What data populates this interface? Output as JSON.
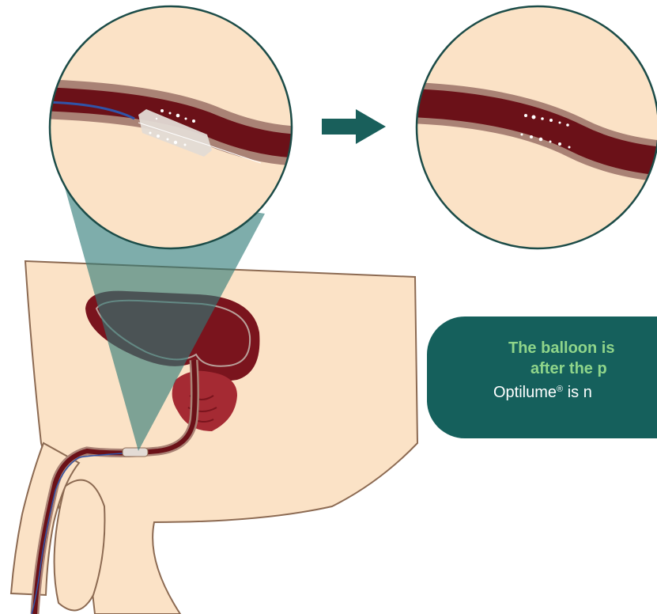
{
  "callout": {
    "line1": "The balloon is",
    "line2": "after the p",
    "line3_brand": "Optilume",
    "line3_mark": "®",
    "line3_rest": " is n"
  },
  "colors": {
    "skin": "#fbe2c6",
    "skin_outline": "#8c6a52",
    "urethra_dark": "#6b1118",
    "urethra_wall": "#a98275",
    "prostate": "#7a141d",
    "gland": "#a52a33",
    "magnifier_beam": "#2f7b78",
    "magnifier_ring": "#1c4c48",
    "arrow": "#195f5b",
    "callout_bg": "#15605c",
    "callout_green": "#8fd58a",
    "callout_white": "#ffffff",
    "catheter_blue": "#3054a8",
    "balloon": "#e3dbd5"
  },
  "icons": {
    "arrow": "right-arrow-icon"
  }
}
